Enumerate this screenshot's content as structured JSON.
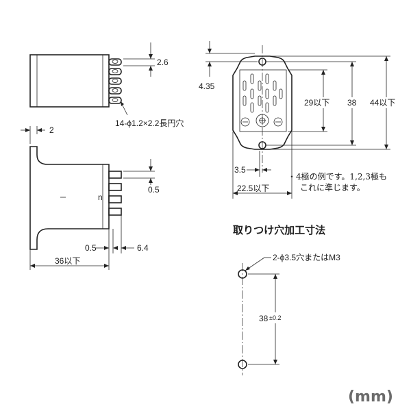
{
  "dimensions": {
    "pin_pitch": "2.6",
    "top_offset": "4.35",
    "slot_holes": "14-ϕ1.2×2.2長円穴",
    "flange_thickness": "2",
    "pin_width": "0.5",
    "pin_gap": "0.5",
    "pin_length": "6.4",
    "depth": "36以下",
    "inner_height": "29以下",
    "hole_pitch": "38",
    "overall_height": "44以下",
    "terminal_offset": "3.5",
    "overall_width": "22.5以下"
  },
  "note": {
    "line1": "・4極の例です。1,2,3極も",
    "line2": "これに準じます。"
  },
  "mounting": {
    "title": "取りつけ穴加工寸法",
    "hole_label": "2-ϕ3.5穴またはM3",
    "pitch": "38",
    "tolerance": "±0.2"
  },
  "units": "(mm)"
}
